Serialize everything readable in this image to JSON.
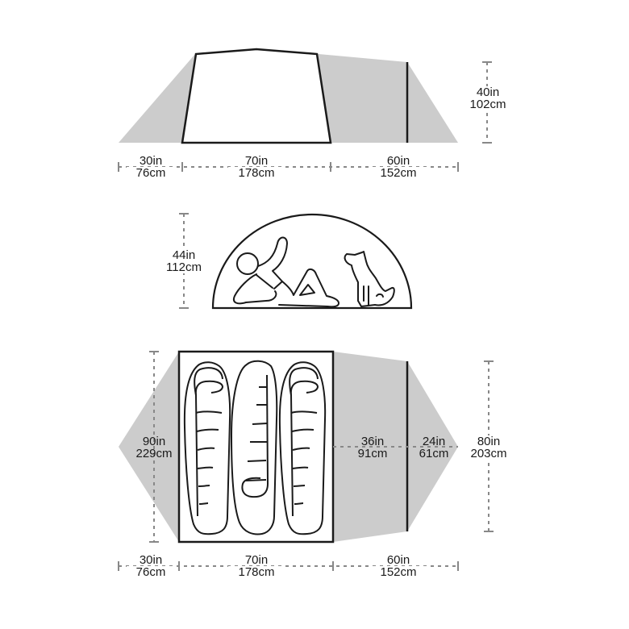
{
  "side_view": {
    "height": {
      "in": "40in",
      "cm": "102cm"
    },
    "segments": [
      {
        "in": "30in",
        "cm": "76cm"
      },
      {
        "in": "70in",
        "cm": "178cm"
      },
      {
        "in": "60in",
        "cm": "152cm"
      }
    ]
  },
  "front_view": {
    "height": {
      "in": "44in",
      "cm": "112cm"
    },
    "figures": [
      "person-reclining-icon",
      "dog-sitting-icon"
    ]
  },
  "floor_plan": {
    "inner_width": {
      "in": "90in",
      "cm": "229cm"
    },
    "vestibule_depth": {
      "in": "36in",
      "cm": "91cm"
    },
    "porch_depth": {
      "in": "24in",
      "cm": "61cm"
    },
    "vestibule_width": {
      "in": "80in",
      "cm": "203cm"
    },
    "segments": [
      {
        "in": "30in",
        "cm": "76cm"
      },
      {
        "in": "70in",
        "cm": "178cm"
      },
      {
        "in": "60in",
        "cm": "152cm"
      }
    ],
    "sleeping_bags": 3
  },
  "colors": {
    "fly": "#cccccc",
    "outline": "#1a1a1a",
    "dim": "#888888"
  }
}
